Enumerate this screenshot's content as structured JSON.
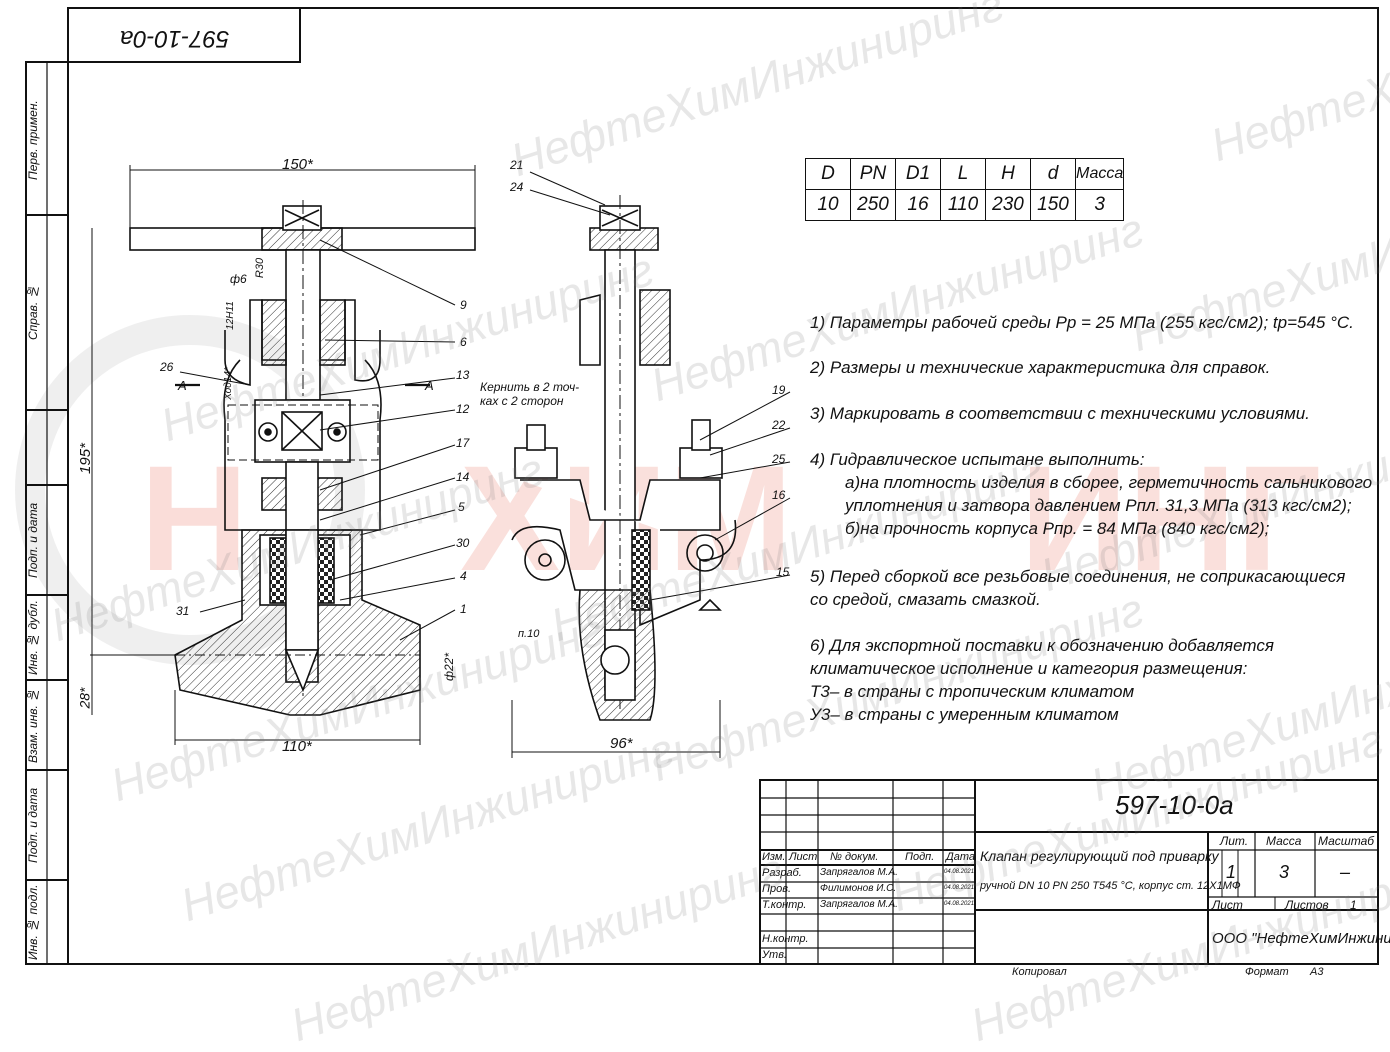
{
  "drawing_code_stamp": "597-10-0a",
  "side_labels": [
    "Перв. примен.",
    "Справ. №",
    "Подп. и дата",
    "Инв. № дубл.",
    "Взам. инв. №",
    "Подп. и дата",
    "Инв. № подл."
  ],
  "watermark": "НефтеХимИнжиниринг",
  "params_table": {
    "headers": [
      "D",
      "PN",
      "D1",
      "L",
      "H",
      "d",
      "Масса"
    ],
    "values": [
      "10",
      "250",
      "16",
      "110",
      "230",
      "150",
      "3"
    ]
  },
  "notes": [
    "1) Параметры рабочей среды Pp = 25 МПа (255 кгс/см2); tp=545 °С.",
    "2) Размеры и технические характеристика для справок.",
    "3) Маркировать в соответствии с техническими условиями.",
    "4) Гидравлическое испытане выполнить:",
    "а)на плотность изделия в сборее, герметичность сальникового",
    "уплотнения и затвора давлением Pпл. 31,3 МПа (313 кгс/см2);",
    "б)на прочность корпуса Pпр. = 84 МПа (840 кгс/см2);",
    "5) Перед сборкой все резьбовые соединения, не соприкасающиеся",
    "со средой, смазать смазкой.",
    "6) Для экспортной поставки к обозначению добавляется",
    "климатическое исполнение и категория размещения:",
    "Т3– в страны с тропическим климатом",
    "У3– в страны с умеренным климатом"
  ],
  "drawing_labels": {
    "dim_150": "150*",
    "dim_195": "195*",
    "dim_28": "28*",
    "dim_110": "110*",
    "dim_96": "96*",
    "dim_phi6": "ф6",
    "dim_phi22": "ф22*",
    "dim_r30": "R30",
    "dim_12h": "12Н11",
    "dim_sw": "Ход14*",
    "dim_p10": "п.10",
    "section_a": "А",
    "kernit": "Кернить в 2 точ-",
    "kernit2": "ках с 2 сторон",
    "pos": [
      "21",
      "24",
      "9",
      "6",
      "26",
      "13",
      "12",
      "17",
      "14",
      "5",
      "30",
      "4",
      "1",
      "31",
      "19",
      "22",
      "25",
      "16",
      "15"
    ]
  },
  "title_block": {
    "designation": "597-10-0a",
    "name_line1": "Клапан регулирующий под приварку",
    "name_line2": "ручной DN 10 PN 250 T545 °C, корпус ст. 12Х1МФ",
    "col_headers": [
      "Изм.",
      "Лист",
      "№ докум.",
      "Подп.",
      "Дата"
    ],
    "rows": [
      {
        "role": "Разраб.",
        "name": "Запрягалов М.А.",
        "date": "04.08.2021"
      },
      {
        "role": "Пров.",
        "name": "Филимонов И.С.",
        "date": "04.08.2021"
      },
      {
        "role": "Т.контр.",
        "name": "Запрягалов М.А.",
        "date": "04.08.2021"
      },
      {
        "role": "",
        "name": "",
        "date": ""
      },
      {
        "role": "Н.контр.",
        "name": "",
        "date": ""
      },
      {
        "role": "Утв.",
        "name": "",
        "date": ""
      }
    ],
    "lit_label": "Лит.",
    "mass_label": "Масса",
    "scale_label": "Масштаб",
    "lit_value": "1",
    "mass_value": "3",
    "scale_value": "–",
    "sheet_label": "Лист",
    "sheets_label": "Листов",
    "sheets_value": "1",
    "company": "ООО \"НефтеХимИнжиниринг\"",
    "copied": "Копировал",
    "format_label": "Формат",
    "format_value": "А3"
  },
  "colors": {
    "ink": "#111111",
    "watermark_red": "#e8a090",
    "hatch": "#333333"
  }
}
